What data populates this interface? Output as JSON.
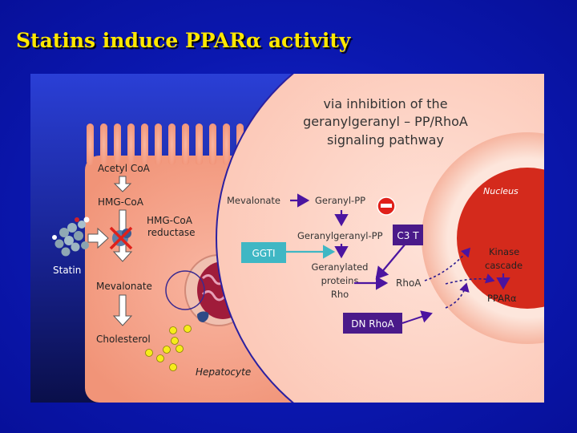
{
  "slide": {
    "title": "Statins induce PPARα activity",
    "title_color": "#ffe800",
    "background_color": "#0b18b0"
  },
  "left_panel": {
    "steps": [
      "Acetyl CoA",
      "HMG-CoA",
      "Mevalonate",
      "Cholesterol"
    ],
    "enzyme_label_line1": "HMG-CoA",
    "enzyme_label_line2": "reductase",
    "drug_label": "Statin",
    "cell_label": "Hepatocyte"
  },
  "zoom_panel": {
    "heading_line1": "via inhibition of the",
    "heading_line2": "geranylgeranyl – PP/RhoA",
    "heading_line3": "signaling pathway",
    "mevalonate": "Mevalonate",
    "geranyl_pp": "Geranyl-PP",
    "geranylgeranyl_pp": "Geranylgeranyl-PP",
    "geranylated_line1": "Geranylated",
    "geranylated_line2": "proteins",
    "geranylated_line3": "Rho",
    "rhoa": "RhoA",
    "ggti_box": "GGTI",
    "c3t_box": "C3 T",
    "dn_rhoa_box": "DN RhoA",
    "nucleus_label": "Nucleus",
    "kinase_line1": "Kinase",
    "kinase_line2": "cascade",
    "ppar": "PPARα"
  },
  "colors": {
    "cell_fill": "#f5a590",
    "zoom_fill": "#fdd4c6",
    "nucleus_fill": "#d42a1c",
    "arrow_purple": "#4b14a0",
    "ggti_box": "#3fb7c4",
    "c3t_box": "#4a1a8a",
    "inhibit_red": "#e0201a"
  },
  "icons": [
    "statin-molecule-icon",
    "inhibition-cross-icon",
    "stop-sign-icon",
    "mitochondrion-icon"
  ]
}
